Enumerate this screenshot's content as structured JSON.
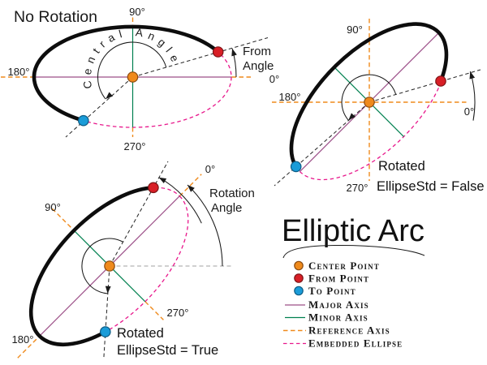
{
  "d1": {
    "title": "No Rotation",
    "label_90": "90°",
    "label_180": "180°",
    "label_270": "270°",
    "label_0": "0°",
    "central_angle_label": "Central Angle",
    "from_angle_label_1": "From",
    "from_angle_label_2": "Angle"
  },
  "d2": {
    "label_90": "90°",
    "label_180": "180°",
    "label_270": "270°",
    "label_0": "0°",
    "caption_1": "Rotated",
    "caption_2": "EllipseStd = False"
  },
  "d3": {
    "label_0": "0°",
    "label_90": "90°",
    "label_180": "180°",
    "label_270": "270°",
    "rotation_angle_label_1": "Rotation",
    "rotation_angle_label_2": "Angle",
    "caption_1": "Rotated",
    "caption_2": "EllipseStd = True"
  },
  "legend": {
    "title": "Elliptic Arc",
    "items": [
      {
        "label": "Center Point",
        "swatch": "dot",
        "color": "#EF8A1C"
      },
      {
        "label": "From Point",
        "swatch": "dot",
        "color": "#D81F26"
      },
      {
        "label": "To Point",
        "swatch": "dot",
        "color": "#1B9CD8"
      },
      {
        "label": "Major Axis",
        "swatch": "line",
        "color": "#9C4F88"
      },
      {
        "label": "Minor Axis",
        "swatch": "line",
        "color": "#00804F"
      },
      {
        "label": "Reference Axis",
        "swatch": "dashed-line",
        "color": "#EF8A1C"
      },
      {
        "label": "Embedded Ellipse",
        "swatch": "dashed-line",
        "color": "#E8188C"
      }
    ]
  },
  "colors": {
    "ink": "#1a1a1a",
    "center_point": "#EF8A1C",
    "from_point": "#D81F26",
    "to_point": "#1B9CD8",
    "major_axis": "#9C4F88",
    "minor_axis": "#00804F",
    "reference_axis": "#EF8A1C",
    "embedded_ellipse": "#E8188C",
    "rotation_baseline_gray": "#b5b5b5"
  }
}
